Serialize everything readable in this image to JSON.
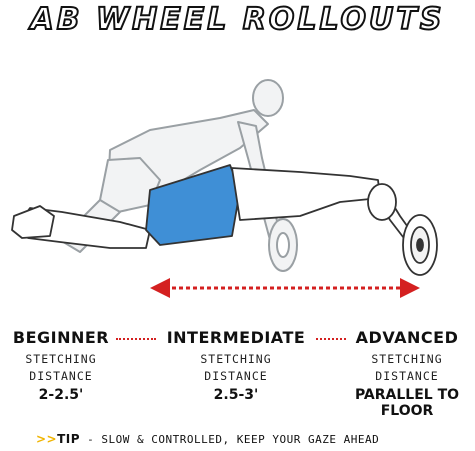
{
  "title": "AB WHEEL ROLLOUTS",
  "colors": {
    "shorts": "#3f8fd6",
    "arrow": "#d42020",
    "ghost_stroke": "#9aa0a4",
    "tip_accent": "#f0b400"
  },
  "levels": [
    {
      "name": "BEGINNER",
      "line1": "STETCHING",
      "line2": "DISTANCE",
      "distance": "2-2.5'"
    },
    {
      "name": "INTERMEDIATE",
      "line1": "STETCHING",
      "line2": "DISTANCE",
      "distance": "2.5-3'"
    },
    {
      "name": "ADVANCED",
      "line1": "STETCHING",
      "line2": "DISTANCE",
      "distance": "PARALLEL TO FLOOR"
    }
  ],
  "tip": {
    "chevrons": ">>",
    "label": "TIP",
    "text": " - SLOW & CONTROLLED, KEEP YOUR GAZE AHEAD"
  },
  "icons": {
    "figure": "exercise-illustration",
    "arrow": "double-headed-arrow-icon"
  }
}
